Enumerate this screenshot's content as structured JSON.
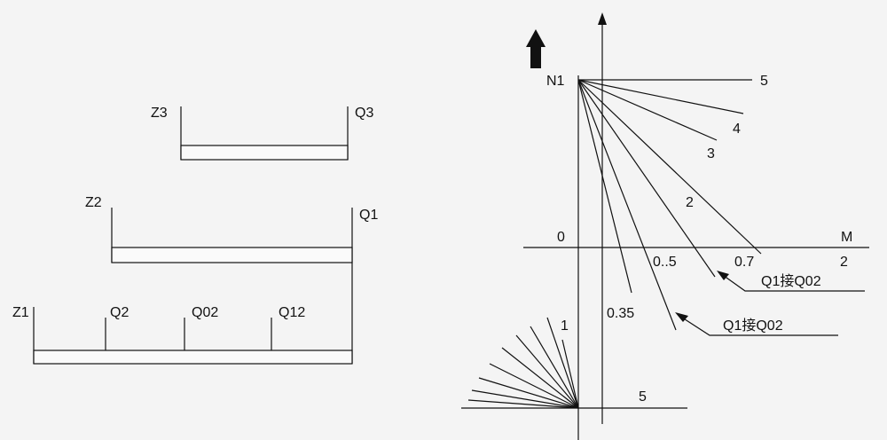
{
  "left_panel": {
    "scales": [
      {
        "id": "scale-3",
        "left_label": "Z3",
        "right_label": "Q3",
        "marks": []
      },
      {
        "id": "scale-2",
        "left_label": "Z2",
        "right_label": "Q1",
        "marks": []
      },
      {
        "id": "scale-1",
        "left_label": "Z1",
        "right_label": "",
        "marks": [
          "Q2",
          "Q02",
          "Q12"
        ]
      }
    ]
  },
  "right_panel": {
    "axes": {
      "origin_label": "0",
      "x_label": "M",
      "top_point_label": "N1"
    },
    "fan_labels": [
      "5",
      "4",
      "3",
      "2",
      "0.7",
      "0..5",
      "0.35"
    ],
    "axis_tick_label": "2",
    "annotations": [
      "Q1接Q02",
      "Q1接Q02"
    ],
    "bottom_labels": [
      "1",
      "5"
    ]
  },
  "colors": {
    "background": "#f4f4f4",
    "ink": "#111111"
  },
  "icons": [
    "up-arrow-icon"
  ]
}
